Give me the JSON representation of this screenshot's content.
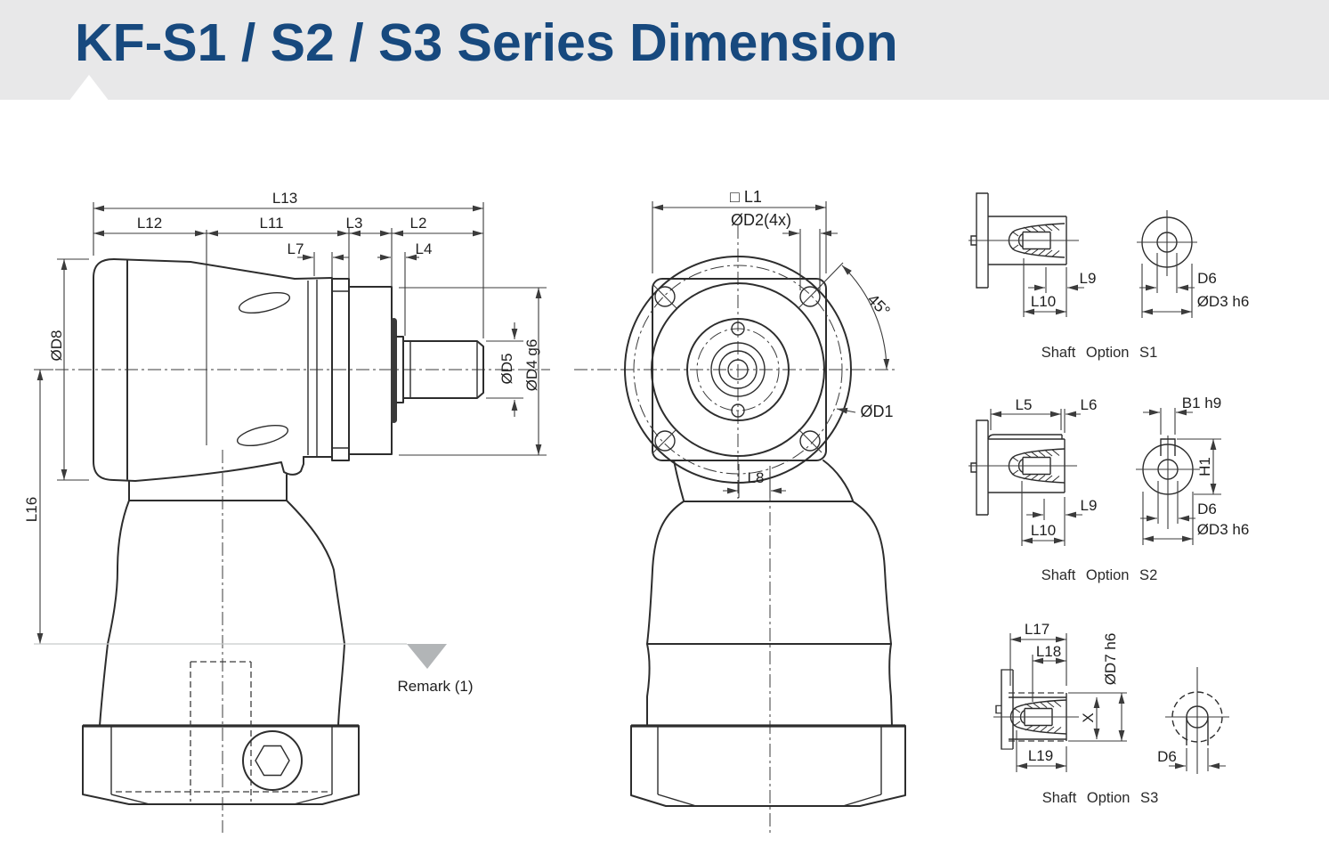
{
  "header": {
    "title": "KF-S1 / S2 / S3 Series Dimension"
  },
  "palette": {
    "header_bg": "#e8e8e9",
    "title_color": "#17497e",
    "line_color": "#2d2d2d",
    "remark_triangle": "#b2b5b7"
  },
  "side_view": {
    "dims": {
      "l13": "L13",
      "l12": "L12",
      "l11": "L11",
      "l3": "L3",
      "l2": "L2",
      "l7": "L7",
      "l4": "L4",
      "d8": "ØD8",
      "d5": "ØD5",
      "d4": "ØD4 g6",
      "l16": "L16"
    },
    "remark": "Remark (1)"
  },
  "front_view": {
    "dims": {
      "l1": "□ L1",
      "d2": "ØD2(4x)",
      "angle": "45°",
      "d1": "ØD1",
      "l8": "L8"
    }
  },
  "shaft_options": {
    "s1": {
      "caption": "Shaft Option S1",
      "dims": {
        "l9": "L9",
        "l10": "L10",
        "d6": "D6",
        "d3": "ØD3 h6"
      }
    },
    "s2": {
      "caption": "Shaft Option S2",
      "dims": {
        "l5": "L5",
        "l6": "L6",
        "l9": "L9",
        "l10": "L10",
        "b1": "B1 h9",
        "h1": "H1",
        "d6": "D6",
        "d3": "ØD3 h6"
      }
    },
    "s3": {
      "caption": "Shaft Option S3",
      "dims": {
        "l17": "L17",
        "l18": "L18",
        "l19": "L19",
        "d7": "ØD7 h6",
        "x": "X",
        "d6": "D6"
      }
    }
  }
}
